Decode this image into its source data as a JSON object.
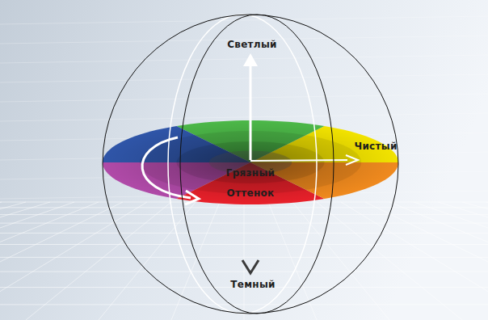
{
  "diagram": {
    "labels": [
      "Светлый",
      "Чистый",
      "Грязный",
      "Оттенок",
      "Темный"
    ]
  }
}
